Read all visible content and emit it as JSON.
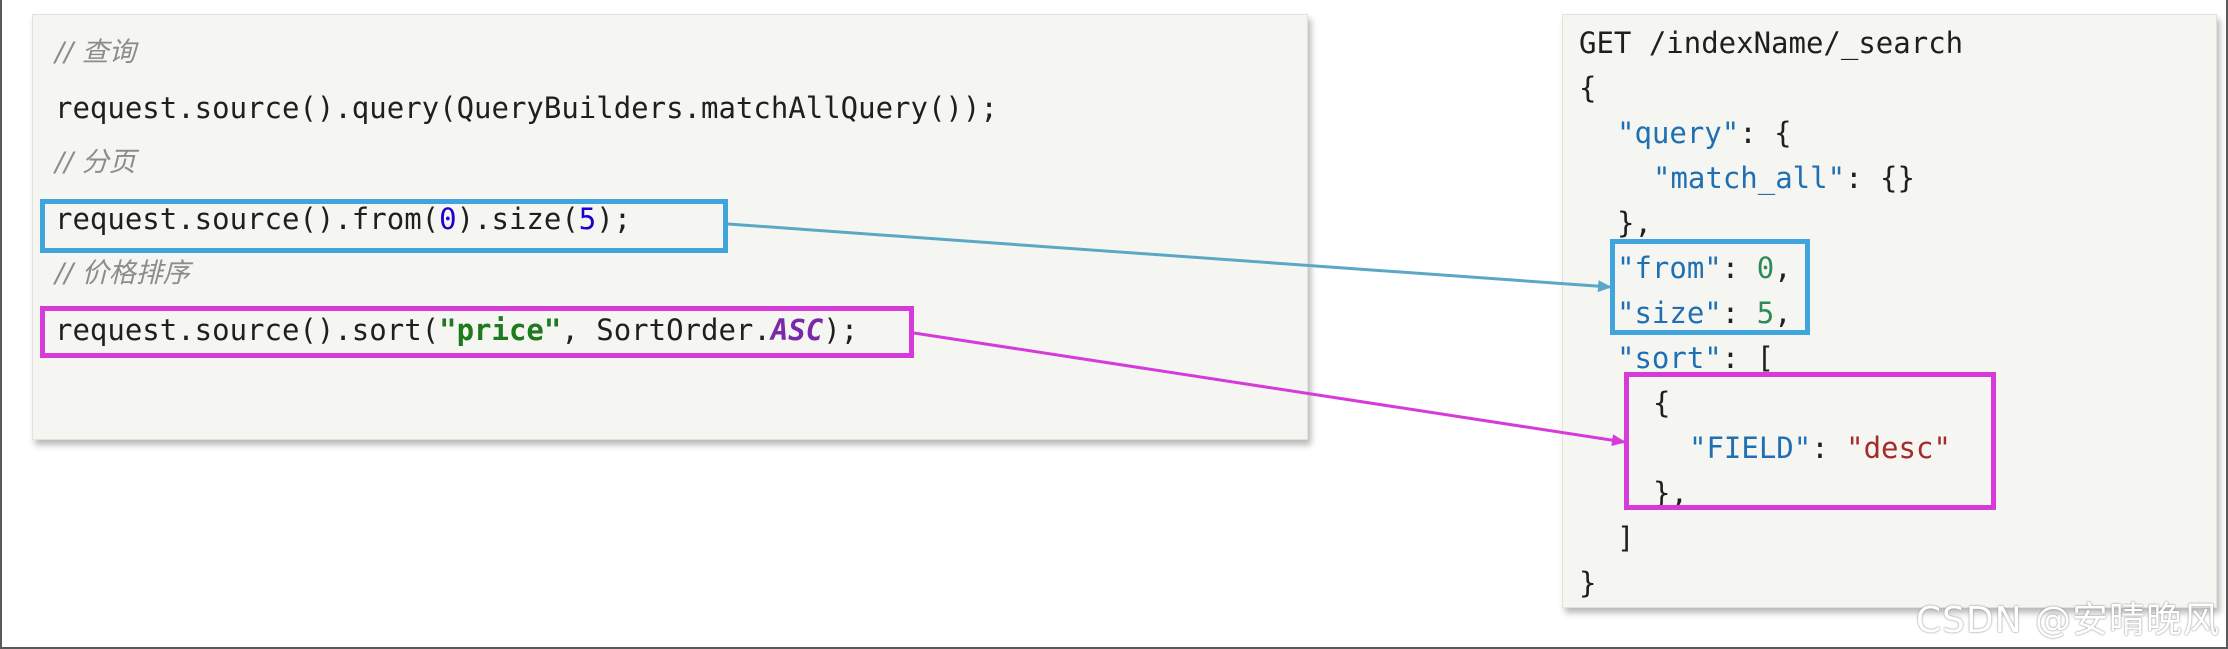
{
  "left_code": {
    "comment_query": "// 查询",
    "line_query": "request.source().query(QueryBuilders.matchAllQuery());",
    "comment_page": "// 分页",
    "line_page_prefix": "request.source().from(",
    "line_page_from": "0",
    "line_page_mid": ").size(",
    "line_page_size": "5",
    "line_page_suffix": ");",
    "comment_sort": "// 价格排序",
    "line_sort_prefix": "request.source().sort(",
    "line_sort_field": "\"price\"",
    "line_sort_mid": ", SortOrder.",
    "line_sort_order": "ASC",
    "line_sort_suffix": ");"
  },
  "right_code": {
    "request_line": "GET /indexName/_search",
    "open_brace": "{",
    "query_key": "\"query\"",
    "query_sep": ": {",
    "match_all_key": "\"match_all\"",
    "match_all_val": ": {}",
    "query_close": "},",
    "from_key": "\"from\"",
    "from_sep": ": ",
    "from_val": "0",
    "from_comma": ",",
    "size_key": "\"size\"",
    "size_sep": ": ",
    "size_val": "5",
    "size_comma": ",",
    "sort_key": "\"sort\"",
    "sort_sep": ": [",
    "sort_obj_open": "{",
    "field_key": "\"FIELD\"",
    "field_sep": ": ",
    "field_val": "\"desc\"",
    "sort_obj_close": "},",
    "sort_close": "]",
    "close_brace": "}"
  },
  "colors": {
    "blue_highlight": "#3fa5dc",
    "pink_highlight": "#d63ad8",
    "blue_arrow": "#5aa7c6",
    "pink_arrow": "#d63ad8"
  },
  "watermark": "CSDN @安晴晚风"
}
